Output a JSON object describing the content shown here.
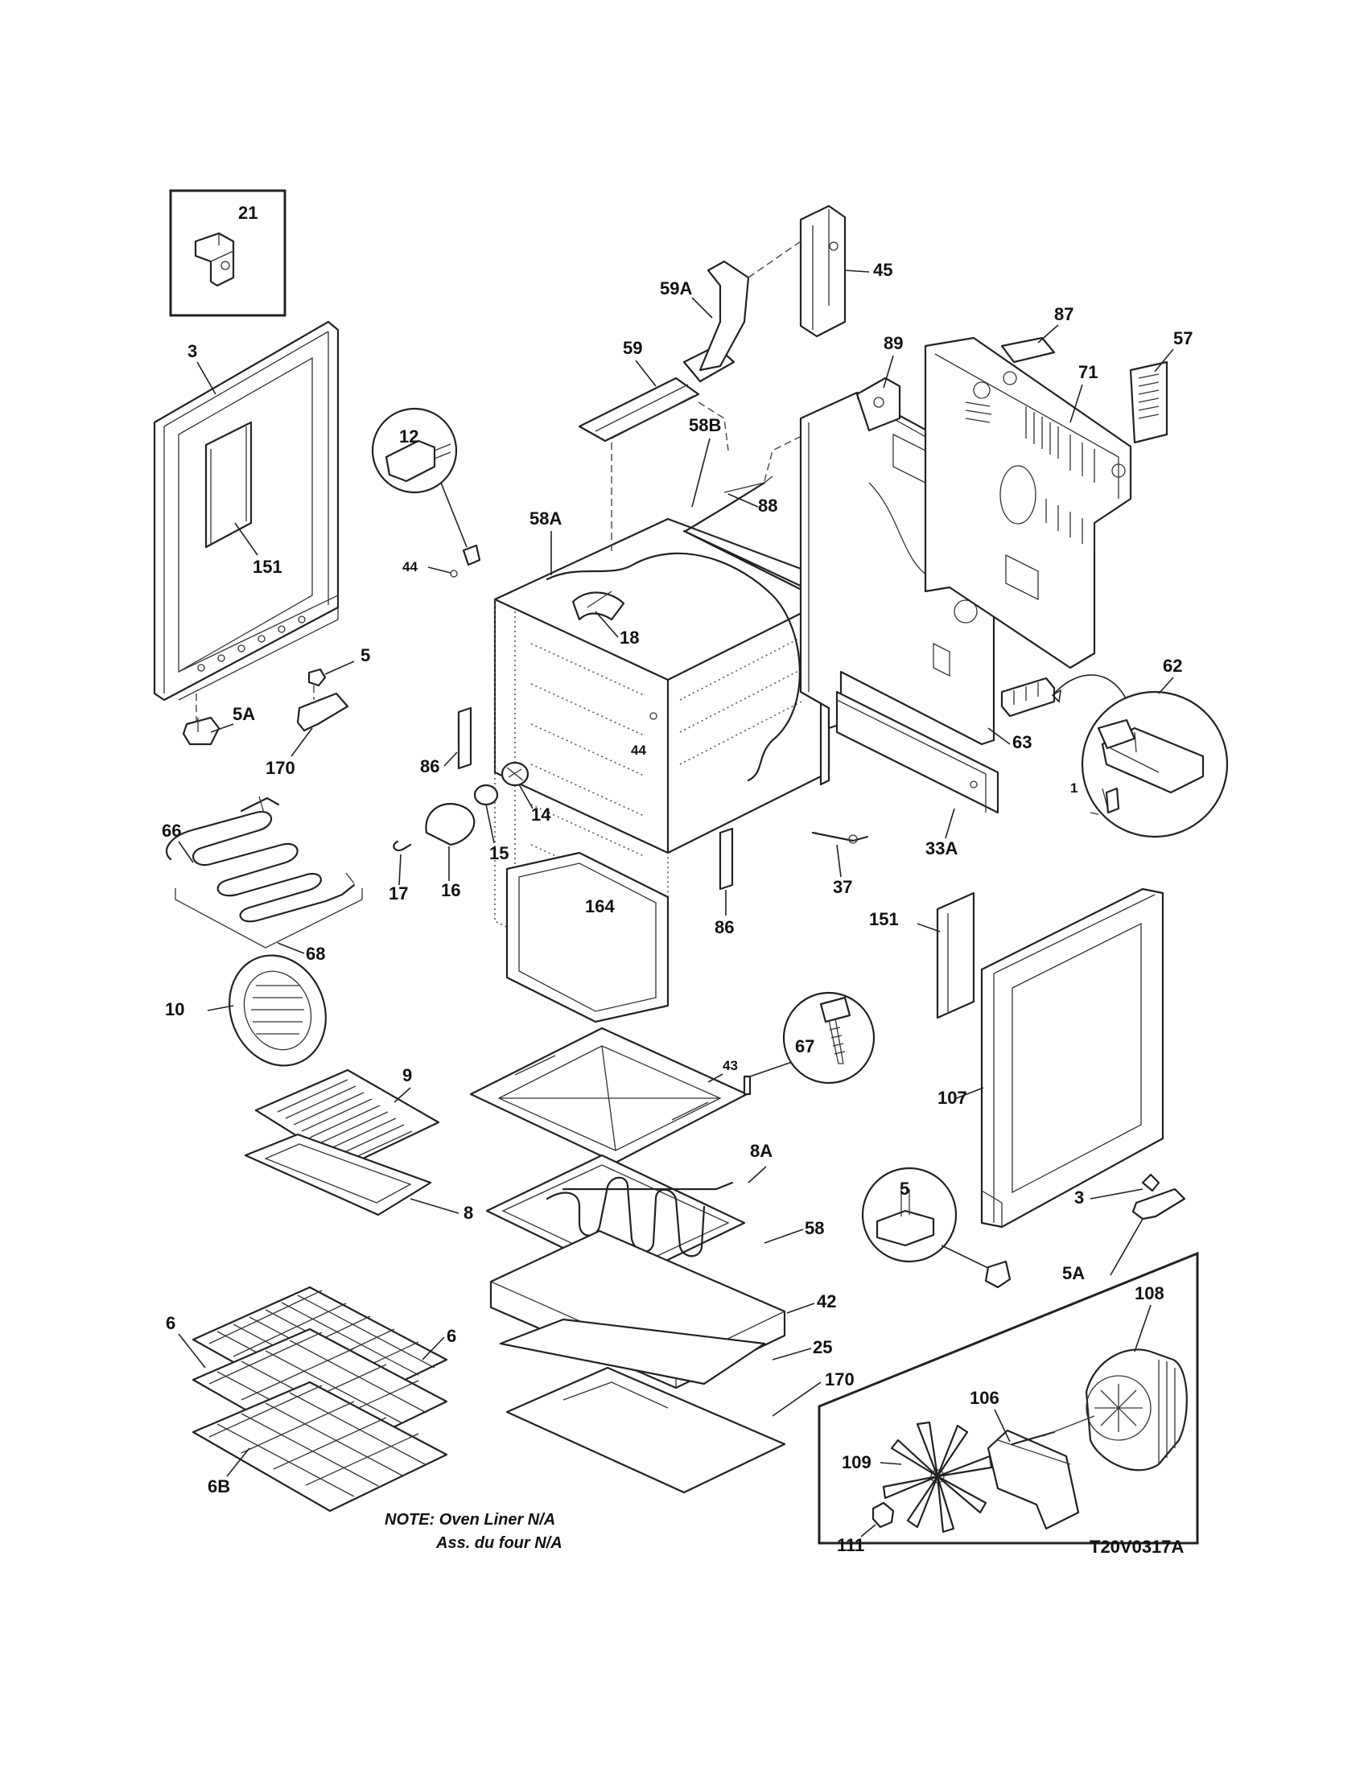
{
  "callouts": [
    {
      "id": "21",
      "text": "21"
    },
    {
      "id": "3-left",
      "text": "3"
    },
    {
      "id": "151-left",
      "text": "151"
    },
    {
      "id": "5-left",
      "text": "5"
    },
    {
      "id": "5A-left",
      "text": "5A"
    },
    {
      "id": "170-left",
      "text": "170"
    },
    {
      "id": "66",
      "text": "66"
    },
    {
      "id": "68",
      "text": "68"
    },
    {
      "id": "12",
      "text": "12"
    },
    {
      "id": "44-a",
      "text": "44"
    },
    {
      "id": "58A",
      "text": "58A"
    },
    {
      "id": "18",
      "text": "18"
    },
    {
      "id": "58B",
      "text": "58B"
    },
    {
      "id": "88",
      "text": "88"
    },
    {
      "id": "59",
      "text": "59"
    },
    {
      "id": "59A",
      "text": "59A"
    },
    {
      "id": "45",
      "text": "45"
    },
    {
      "id": "89",
      "text": "89"
    },
    {
      "id": "87",
      "text": "87"
    },
    {
      "id": "71",
      "text": "71"
    },
    {
      "id": "57",
      "text": "57"
    },
    {
      "id": "62",
      "text": "62"
    },
    {
      "id": "63",
      "text": "63"
    },
    {
      "id": "1",
      "text": "1"
    },
    {
      "id": "33A",
      "text": "33A"
    },
    {
      "id": "37",
      "text": "37"
    },
    {
      "id": "44-b",
      "text": "44"
    },
    {
      "id": "86-a",
      "text": "86"
    },
    {
      "id": "86-b",
      "text": "86"
    },
    {
      "id": "14",
      "text": "14"
    },
    {
      "id": "15",
      "text": "15"
    },
    {
      "id": "16",
      "text": "16"
    },
    {
      "id": "17",
      "text": "17"
    },
    {
      "id": "164",
      "text": "164"
    },
    {
      "id": "151-right",
      "text": "151"
    },
    {
      "id": "107",
      "text": "107"
    },
    {
      "id": "10",
      "text": "10"
    },
    {
      "id": "9",
      "text": "9"
    },
    {
      "id": "8",
      "text": "8"
    },
    {
      "id": "43",
      "text": "43"
    },
    {
      "id": "67",
      "text": "67"
    },
    {
      "id": "8A",
      "text": "8A"
    },
    {
      "id": "58",
      "text": "58"
    },
    {
      "id": "42",
      "text": "42"
    },
    {
      "id": "25",
      "text": "25"
    },
    {
      "id": "3-right",
      "text": "3"
    },
    {
      "id": "5-right",
      "text": "5"
    },
    {
      "id": "5A-right",
      "text": "5A"
    },
    {
      "id": "170-right",
      "text": "170"
    },
    {
      "id": "108",
      "text": "108"
    },
    {
      "id": "106",
      "text": "106"
    },
    {
      "id": "109",
      "text": "109"
    },
    {
      "id": "111",
      "text": "111"
    },
    {
      "id": "6-left",
      "text": "6"
    },
    {
      "id": "6-right",
      "text": "6"
    },
    {
      "id": "6B",
      "text": "6B"
    }
  ],
  "note_line1": "NOTE: Oven Liner N/A",
  "note_line2": "Ass. du four N/A",
  "diagram_code": "T20V0317A"
}
